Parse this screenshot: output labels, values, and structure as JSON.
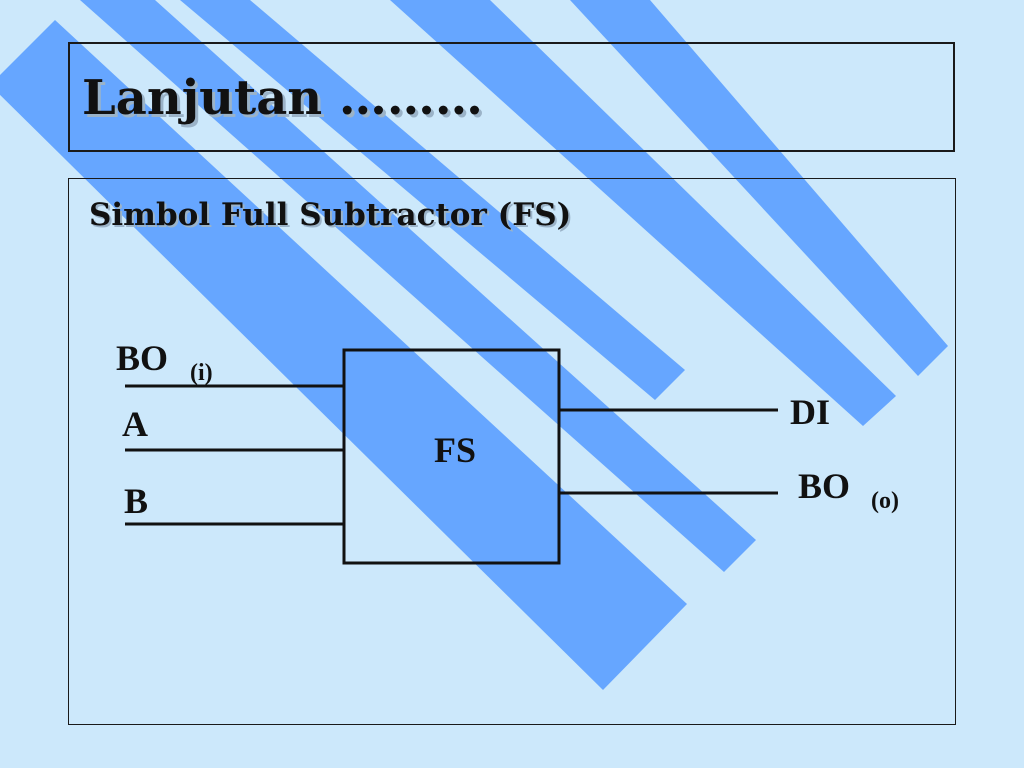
{
  "slide": {
    "title": "Lanjutan ………",
    "subtitle": "Simbol Full Subtractor (FS)"
  },
  "diagram": {
    "block_label": "FS",
    "inputs": [
      {
        "label": "BO",
        "subscript": "(i)"
      },
      {
        "label": "A",
        "subscript": ""
      },
      {
        "label": "B",
        "subscript": ""
      }
    ],
    "outputs": [
      {
        "label": "DI",
        "subscript": ""
      },
      {
        "label": "BO",
        "subscript": "(o)"
      }
    ]
  },
  "colors": {
    "background": "#cce8fb",
    "stripe": "#66a6ff",
    "line": "#111111"
  }
}
